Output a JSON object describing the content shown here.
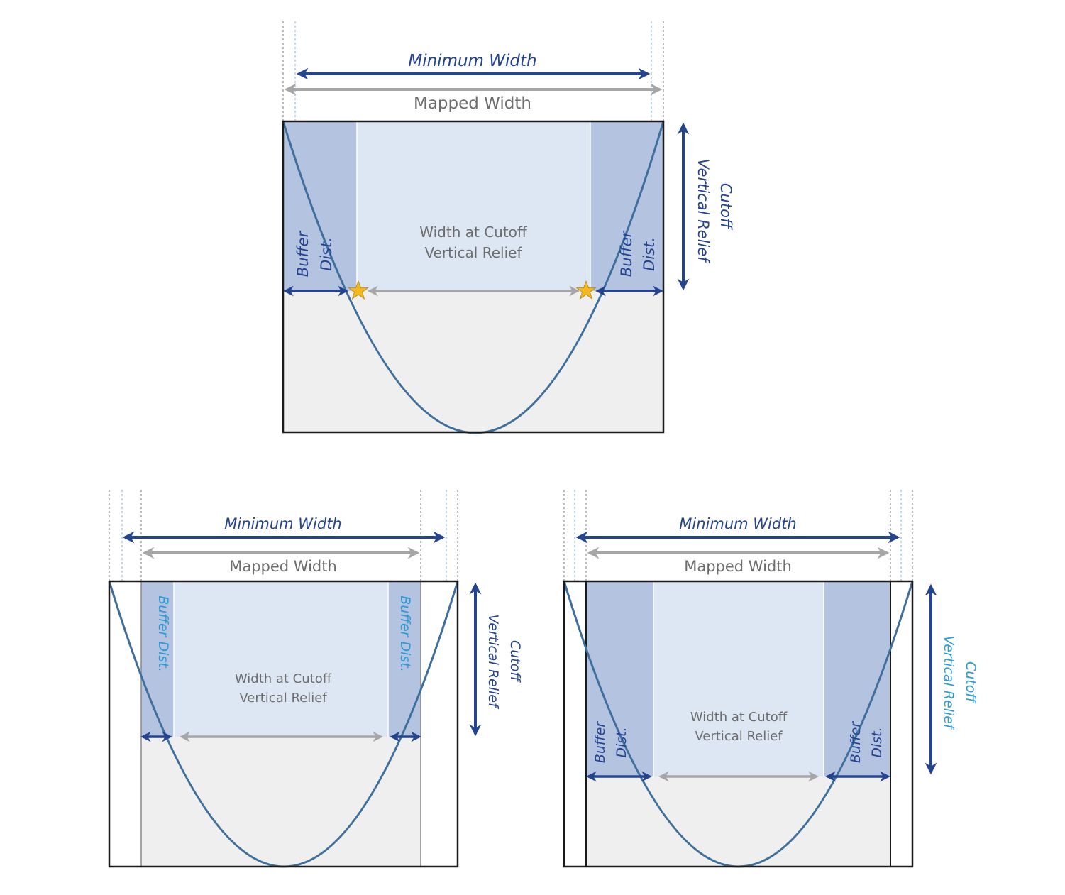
{
  "labels": {
    "minimum_width": "Minimum Width",
    "mapped_width": "Mapped Width",
    "cutoff": "Cutoff",
    "vertical_relief": "Vertical Relief",
    "width_at_cutoff_line1": "Width at Cutoff",
    "width_at_cutoff_line2": "Vertical Relief",
    "buffer": "Buffer",
    "dist": "Dist.",
    "buffer_dist": "Buffer Dist."
  },
  "colors": {
    "dark_blue": "#24448f",
    "light_blue_text": "#2b9ad6",
    "grey": "#a6a6a6",
    "grey_text": "#6d6d6d",
    "curve": "#3f6f9c",
    "buffer_fill": "#b3c3e0",
    "center_fill": "#dde7f3",
    "below_fill": "#efefef",
    "star": "#f2b81e"
  }
}
